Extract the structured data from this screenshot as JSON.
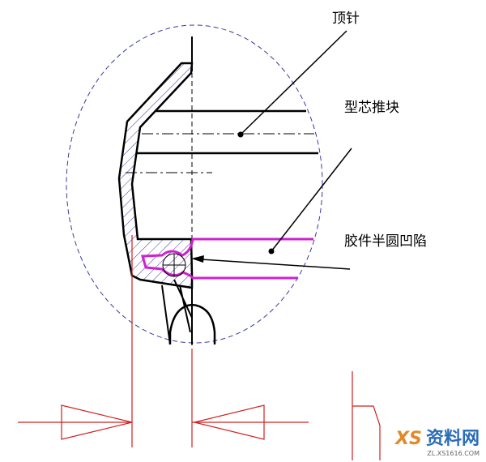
{
  "labels": {
    "ejector_pin": "顶针",
    "core_pusher": "型芯推块",
    "part_recess": "胶件半圆凹陷"
  },
  "watermark": {
    "logo": "XS",
    "name": "资料网",
    "url": "ZL.XS1616.COM"
  },
  "colors": {
    "outline": "#000000",
    "detail_circle": "#3a3aa0",
    "part": "#d020d0",
    "dimension": "#d02020",
    "watermark": "#2a6cb8"
  }
}
